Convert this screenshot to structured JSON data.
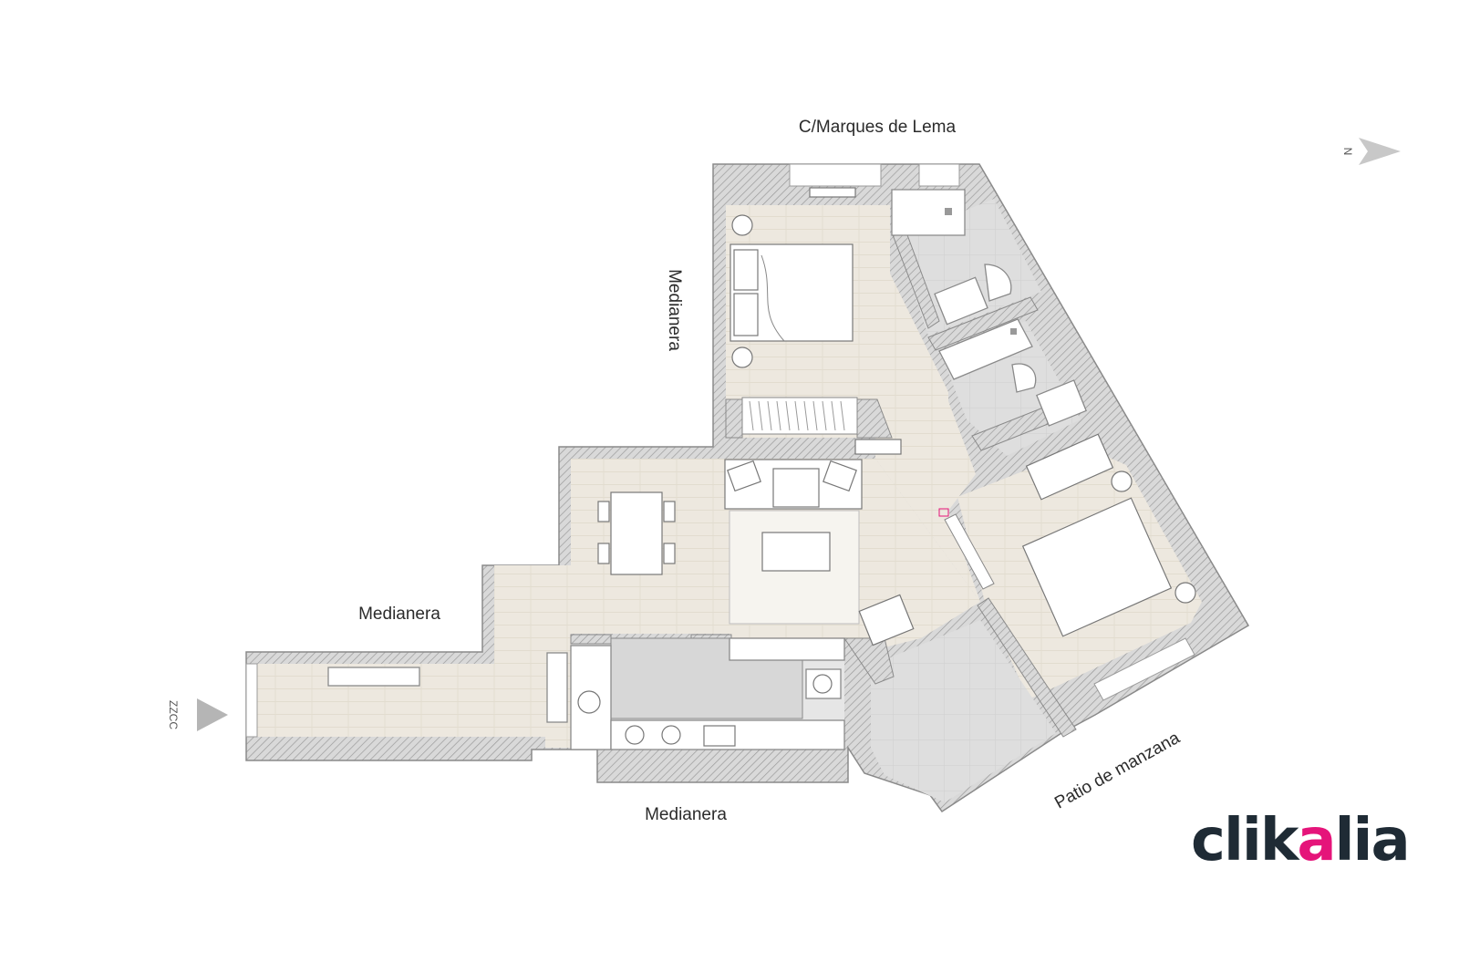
{
  "plan": {
    "labels": {
      "street": "C/Marques de Lema",
      "party_wall_top": "Medianera",
      "party_wall_left": "Medianera",
      "party_wall_bottom": "Medianera",
      "courtyard": "Patio de manzana",
      "common_areas": "ZZCC",
      "north": "N"
    },
    "logo": {
      "brand": "clikalia",
      "prefix": "clik",
      "accent_letter": "a",
      "suffix": "lia",
      "brand_color": "#1f2b35",
      "accent_color": "#e5147a"
    },
    "icons": [
      "north-arrow-icon",
      "entrance-arrow-icon"
    ]
  }
}
